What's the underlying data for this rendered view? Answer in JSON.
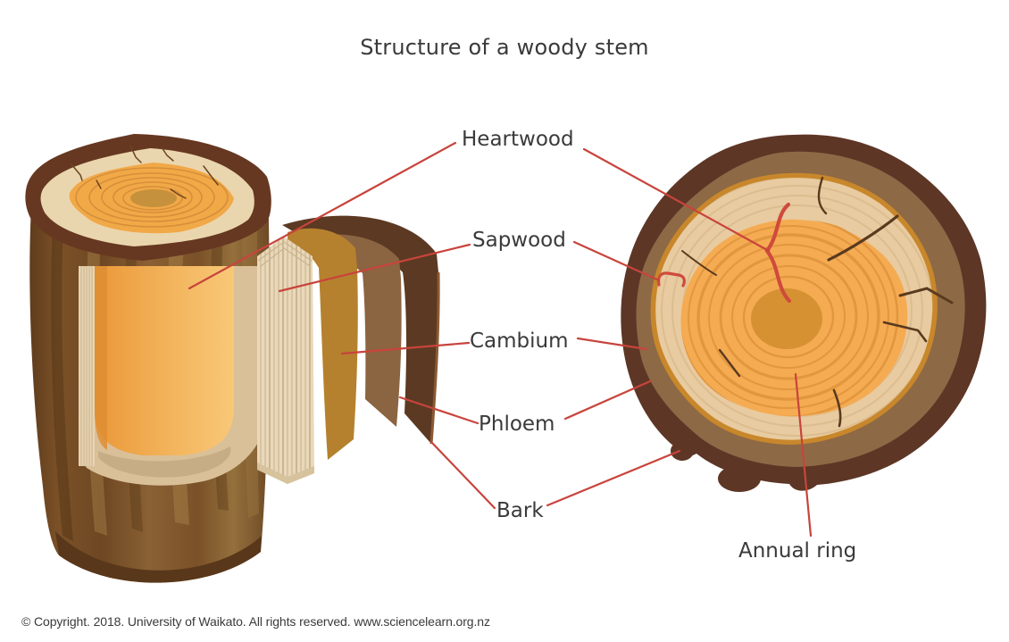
{
  "title": "Structure of a woody stem",
  "labels": {
    "heartwood": "Heartwood",
    "sapwood": "Sapwood",
    "cambium": "Cambium",
    "phloem": "Phloem",
    "bark": "Bark",
    "annual_ring": "Annual ring"
  },
  "footer": {
    "copyright": "© Copyright. 2018. University of Waikato. All rights reserved. www.sciencelearn.org.nz"
  },
  "colors": {
    "label_text": "#3a3a3a",
    "leader_line": "#c8443c",
    "annotation_red": "#cf4a3d",
    "background": "#ffffff",
    "bark_dark": "#5d3626",
    "inner_bark": "#8d6946",
    "cambium_gold": "#c8872b",
    "sapwood_cream": "#e8cba0",
    "heartwood_orange": "#f5ab52",
    "pith": "#d69133"
  }
}
